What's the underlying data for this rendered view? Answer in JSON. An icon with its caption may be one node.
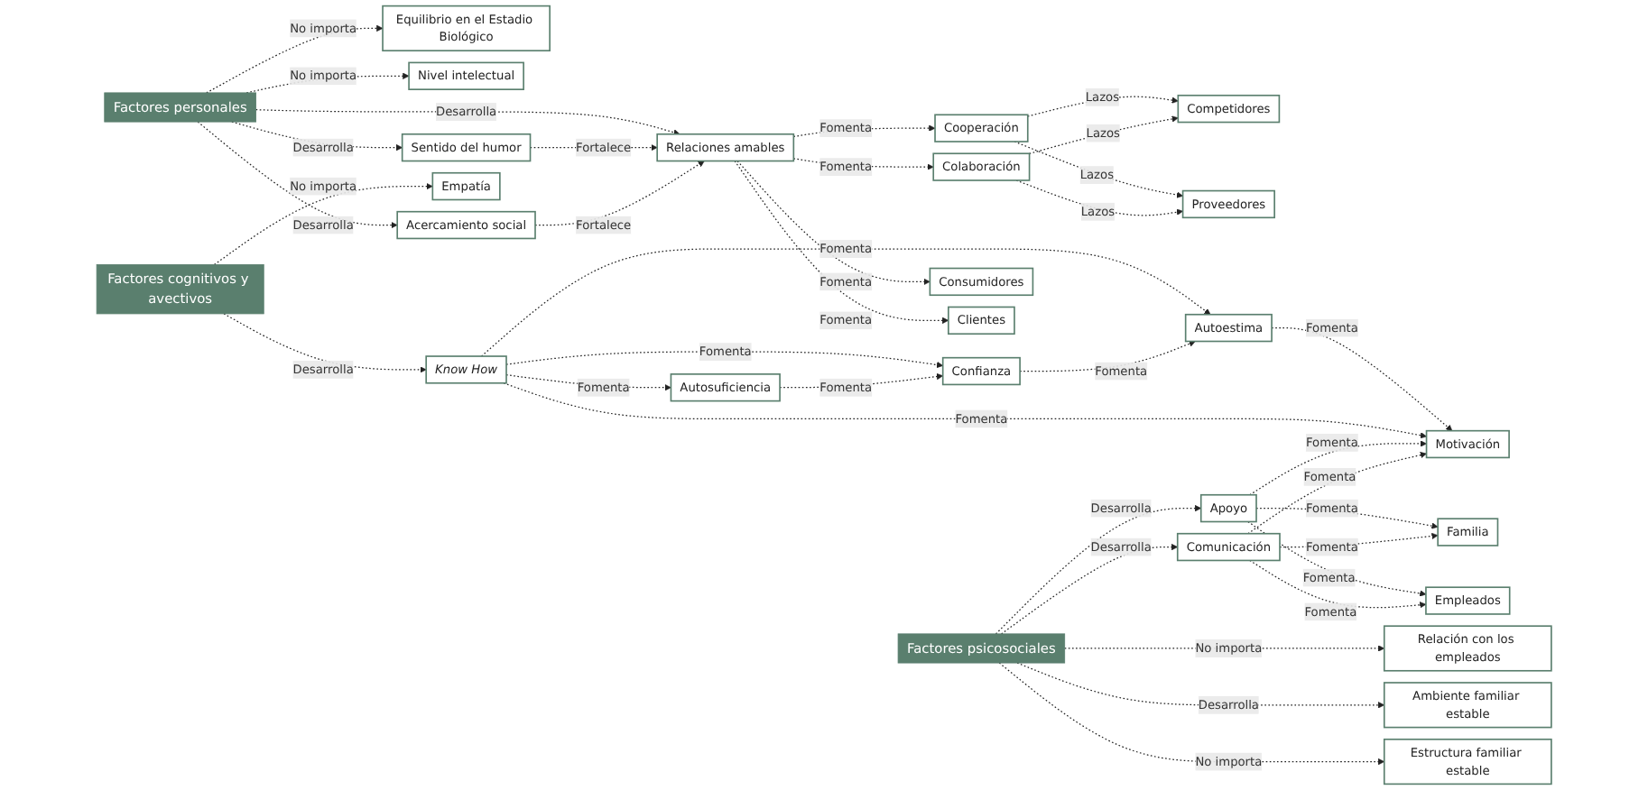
{
  "diagram": {
    "nodes": [
      {
        "text": [
          "Competidores"
        ]
      },
      {
        "text": [
          "Proveedores"
        ]
      },
      {
        "text": [
          "Equilibrio en el Estadio Biológico"
        ]
      },
      {
        "text": [
          "Motivación"
        ]
      },
      {
        "text": [
          "Autoestima"
        ]
      },
      {
        "text": [
          "Nivel intelectual"
        ]
      },
      {
        "text": [
          "Confianza"
        ]
      },
      {
        "text": [
          "Cooperación"
        ]
      },
      {
        "text": [
          "Colaboración"
        ]
      },
      {
        "text": [
          "Consumidores"
        ]
      },
      {
        "text": [
          "Know How"
        ]
      },
      {
        "text": [
          "Autosuficiencia"
        ]
      },
      {
        "text": [
          "Relaciones amables"
        ]
      },
      {
        "text": [
          "Clientes"
        ]
      },
      {
        "text": [
          "Factores personales"
        ]
      },
      {
        "text": [
          "Sentido del humor"
        ]
      },
      {
        "text": [
          "Factores cognitivos y avectivos"
        ]
      },
      {
        "text": [
          "Empatía"
        ]
      },
      {
        "text": [
          "Acercamiento social"
        ]
      },
      {
        "text": [
          "Comunicación"
        ]
      },
      {
        "text": [
          "Apoyo"
        ]
      },
      {
        "text": [
          "Factores psicosociales"
        ]
      },
      {
        "text": [
          "Relación con los empleados"
        ]
      },
      {
        "text": [
          "Familia"
        ]
      },
      {
        "text": [
          "Empleados"
        ]
      },
      {
        "text": [
          "Ambiente familiar estable"
        ]
      },
      {
        "text": [
          "Estructura familiar estable"
        ]
      }
    ],
    "edges": [
      {
        "from": 7,
        "to": 0,
        "arrow": "to",
        "label": "Lazos",
        "style": "dashed"
      },
      {
        "from": 7,
        "to": 1,
        "arrow": "to",
        "label": "Lazos",
        "style": "dashed"
      },
      {
        "from": 8,
        "to": 0,
        "arrow": "to",
        "label": "Lazos",
        "style": "dashed"
      },
      {
        "from": 8,
        "to": 1,
        "arrow": "to",
        "label": "Lazos",
        "style": "dashed"
      },
      {
        "from": 12,
        "to": 7,
        "arrow": "to",
        "label": "Fomenta",
        "style": "dashed"
      },
      {
        "from": 12,
        "to": 8,
        "arrow": "to",
        "label": "Fomenta",
        "style": "dashed"
      },
      {
        "from": 12,
        "to": 9,
        "arrow": "to",
        "label": "Fomenta",
        "style": "dashed"
      },
      {
        "from": 12,
        "to": 13,
        "arrow": "to",
        "label": "Fomenta",
        "style": "dashed"
      },
      {
        "from": 14,
        "to": 12,
        "arrow": "to",
        "label": "Desarrolla",
        "style": "dashed"
      },
      {
        "from": 14,
        "to": 15,
        "arrow": "to",
        "label": "Desarrolla",
        "style": "dashed"
      },
      {
        "from": 14,
        "to": 18,
        "arrow": "to",
        "label": "Desarrolla",
        "style": "dashed"
      },
      {
        "from": 15,
        "to": 12,
        "arrow": "to",
        "label": "Fortalece",
        "style": "dashed"
      },
      {
        "from": 18,
        "to": 12,
        "arrow": "to",
        "label": "Fortalece",
        "style": "dashed"
      },
      {
        "from": 14,
        "to": 2,
        "arrow": "to",
        "label": "No importa",
        "style": "dashed"
      },
      {
        "from": 14,
        "to": 5,
        "arrow": "to",
        "label": "No importa",
        "style": "dashed"
      },
      {
        "from": 4,
        "to": 3,
        "arrow": "to",
        "label": "Fomenta",
        "style": "dashed"
      },
      {
        "from": 10,
        "to": 3,
        "arrow": "to",
        "label": "Fomenta",
        "style": "dashed"
      },
      {
        "from": 10,
        "to": 4,
        "arrow": "to",
        "label": "Fomenta",
        "style": "dashed"
      },
      {
        "from": 10,
        "to": 6,
        "arrow": "to",
        "label": "Fomenta",
        "style": "dashed"
      },
      {
        "from": 10,
        "to": 11,
        "arrow": "to",
        "label": "Fomenta",
        "style": "dashed"
      },
      {
        "from": 6,
        "to": 4,
        "arrow": "to",
        "label": "Fomenta",
        "style": "dashed"
      },
      {
        "from": 11,
        "to": 6,
        "arrow": "to",
        "label": "Fomenta",
        "style": "dashed"
      },
      {
        "from": 16,
        "to": 10,
        "arrow": "to",
        "label": "Desarrolla",
        "style": "dashed"
      },
      {
        "from": 16,
        "to": 17,
        "arrow": "to",
        "label": "No importa",
        "style": "dashed"
      },
      {
        "from": 20,
        "to": 3,
        "arrow": "to",
        "label": "Fomenta",
        "style": "dashed"
      },
      {
        "from": 19,
        "to": 3,
        "arrow": "to",
        "label": "Fomenta",
        "style": "dashed"
      },
      {
        "from": 21,
        "to": 19,
        "arrow": "to",
        "label": "Desarrolla",
        "style": "dashed"
      },
      {
        "from": 21,
        "to": 20,
        "arrow": "to",
        "label": "Desarrolla",
        "style": "dashed"
      },
      {
        "from": 21,
        "to": 22,
        "arrow": "to",
        "label": "No importa",
        "style": "dashed"
      },
      {
        "from": 21,
        "to": 25,
        "arrow": "to",
        "label": "Desarrolla",
        "style": "dashed"
      },
      {
        "from": 21,
        "to": 26,
        "arrow": "to",
        "label": "No importa",
        "style": "dashed"
      },
      {
        "from": 20,
        "to": 23,
        "arrow": "to",
        "label": "Fomenta",
        "style": "dashed"
      },
      {
        "from": 20,
        "to": 24,
        "arrow": "to",
        "label": "Fomenta",
        "style": "dashed"
      },
      {
        "from": 19,
        "to": 23,
        "arrow": "to",
        "label": "Fomenta",
        "style": "dashed"
      },
      {
        "from": 19,
        "to": 24,
        "arrow": "to",
        "label": "Fomenta",
        "style": "dashed"
      }
    ]
  }
}
